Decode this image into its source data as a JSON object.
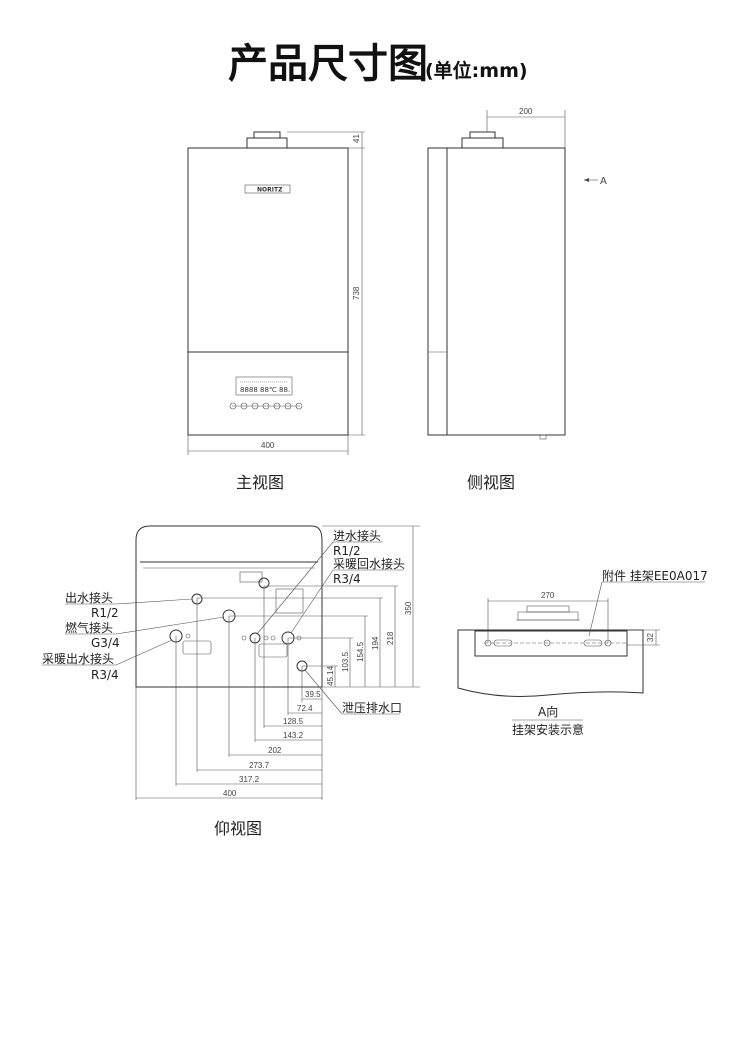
{
  "title": {
    "main": "产品尺寸图",
    "unit": "(单位:mm)"
  },
  "front_view": {
    "caption": "主视图",
    "brand": "NORITZ",
    "dims": {
      "height": "738",
      "chimney": "41",
      "width": "400"
    }
  },
  "side_view": {
    "caption": "侧视图",
    "depth": "200",
    "arrow_label": "A"
  },
  "bottom_view": {
    "caption": "仰视图",
    "left_labels": [
      {
        "name": "出水接头",
        "spec": "R1/2"
      },
      {
        "name": "燃气接头",
        "spec": "G3/4"
      },
      {
        "name": "采暖出水接头",
        "spec": "R3/4"
      }
    ],
    "right_labels": [
      {
        "name": "进水接头",
        "spec": "R1/2"
      },
      {
        "name": "采暖回水接头",
        "spec": "R3/4"
      }
    ],
    "drain_label": "泄压排水口",
    "horizontal_dims": [
      "39.5",
      "72.4",
      "128.5",
      "143.2",
      "202",
      "273.7",
      "317.2",
      "400"
    ],
    "vertical_dims": [
      "45.14",
      "103.5",
      "154.5",
      "194",
      "218",
      "350"
    ]
  },
  "a_view": {
    "accessory": "附件 挂架EE0A017",
    "width": "270",
    "height": "32",
    "caption_top": "A向",
    "caption_bottom": "挂架安装示意"
  }
}
